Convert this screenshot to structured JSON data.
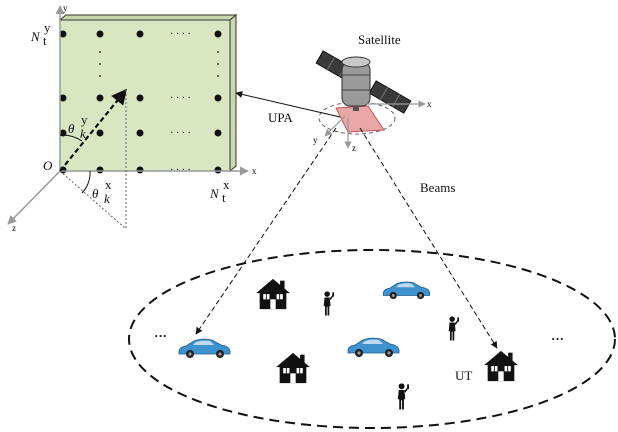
{
  "labels": {
    "satellite": "Satellite",
    "upa": "UPA",
    "beams": "Beams",
    "ut": "UT",
    "origin": "O",
    "axis_x": "x",
    "axis_y": "y",
    "axis_z": "z",
    "n_sym": "N",
    "n_sub": "t",
    "n_sup_y": "y",
    "n_sup_x": "x",
    "theta": "θ",
    "theta_sub": "k",
    "theta_sup_y": "y",
    "theta_sup_x": "x",
    "ellipsis_grid": "· · · ·",
    "ellipsis_left": "···",
    "ellipsis_right": "···"
  },
  "colors": {
    "panel_fill": "#d8e7c1",
    "panel_side": "#c7d8ac",
    "car_body": "#3e93cf",
    "pad_fill": "#e8a6a6",
    "ink": "#111111"
  }
}
